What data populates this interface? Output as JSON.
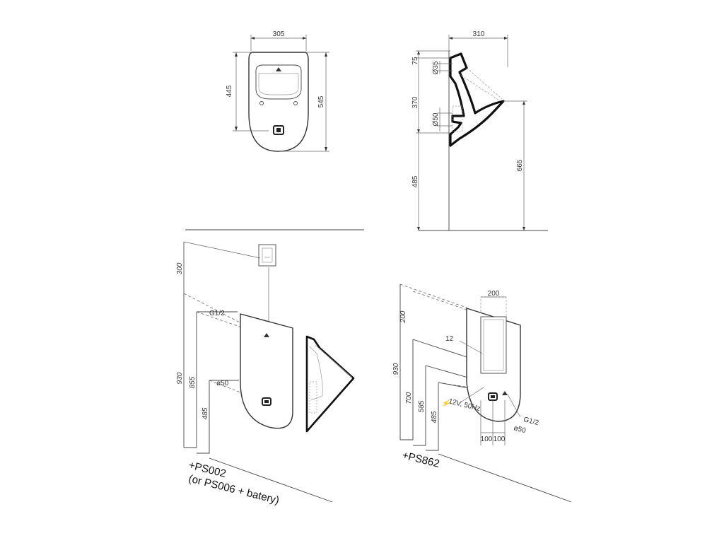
{
  "views": {
    "front": {
      "width": "305",
      "height_inner": "445",
      "height_total": "545"
    },
    "side": {
      "depth": "310",
      "top_offset": "75",
      "inlet_diameter": "Ø35",
      "upper_height": "370",
      "outlet_diameter": "Ø50",
      "floor_height": "485",
      "rim_height": "665"
    },
    "install_ps002": {
      "h300": "300",
      "h930": "930",
      "h855": "855",
      "h485": "485",
      "inlet_thread": "G1/2",
      "outlet_diameter": "ø50",
      "kit_line1": "+PS002",
      "kit_line2": "(or PS006 + batery)"
    },
    "install_ps862": {
      "h200": "200",
      "h930": "930",
      "h700": "700",
      "h585": "585",
      "h485": "485",
      "box_width": "200",
      "offset_12": "12",
      "power": "12V, 50Hz",
      "inlet_thread": "G1/2",
      "outlet_diameter": "ø50",
      "spacing_left": "100",
      "spacing_right": "100",
      "kit": "+PS862"
    }
  }
}
